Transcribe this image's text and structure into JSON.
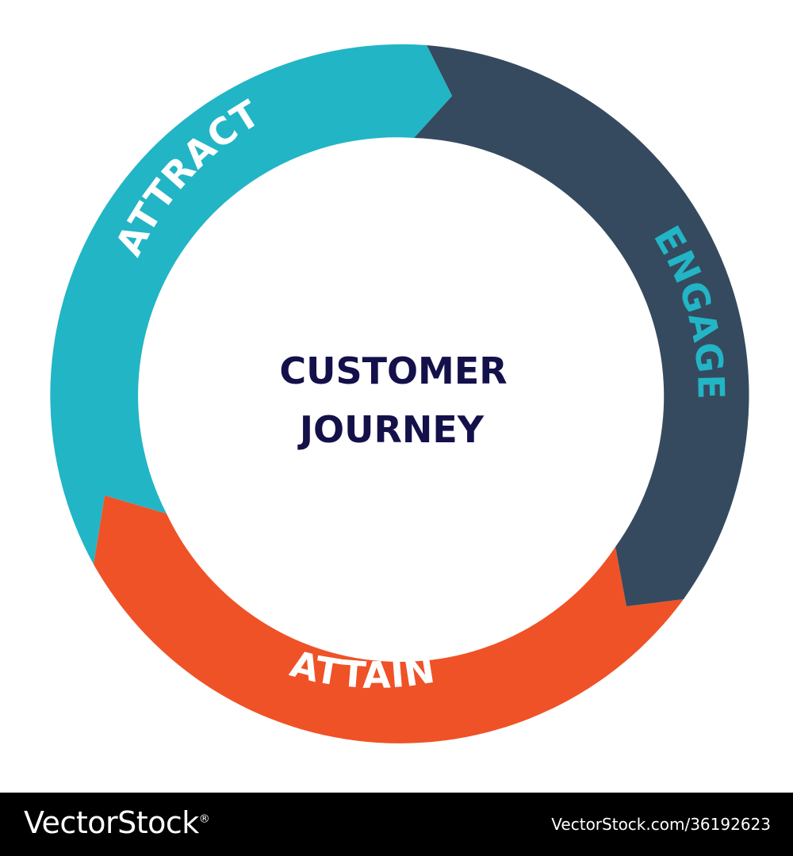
{
  "diagram": {
    "center_title": [
      "CUSTOMER",
      "JOURNEY"
    ],
    "segments": [
      {
        "label": "ATTRACT",
        "color": "#22b5c5",
        "label_color": "#ffffff"
      },
      {
        "label": "ENGAGE",
        "color": "#364a5f",
        "label_color": "#22b5c5"
      },
      {
        "label": "ATTAIN",
        "color": "#ef5227",
        "label_color": "#ffffff"
      }
    ]
  },
  "footer": {
    "logo": "VectorStock",
    "logo_mark": "®",
    "image_id": "VectorStock.com/36192623"
  }
}
